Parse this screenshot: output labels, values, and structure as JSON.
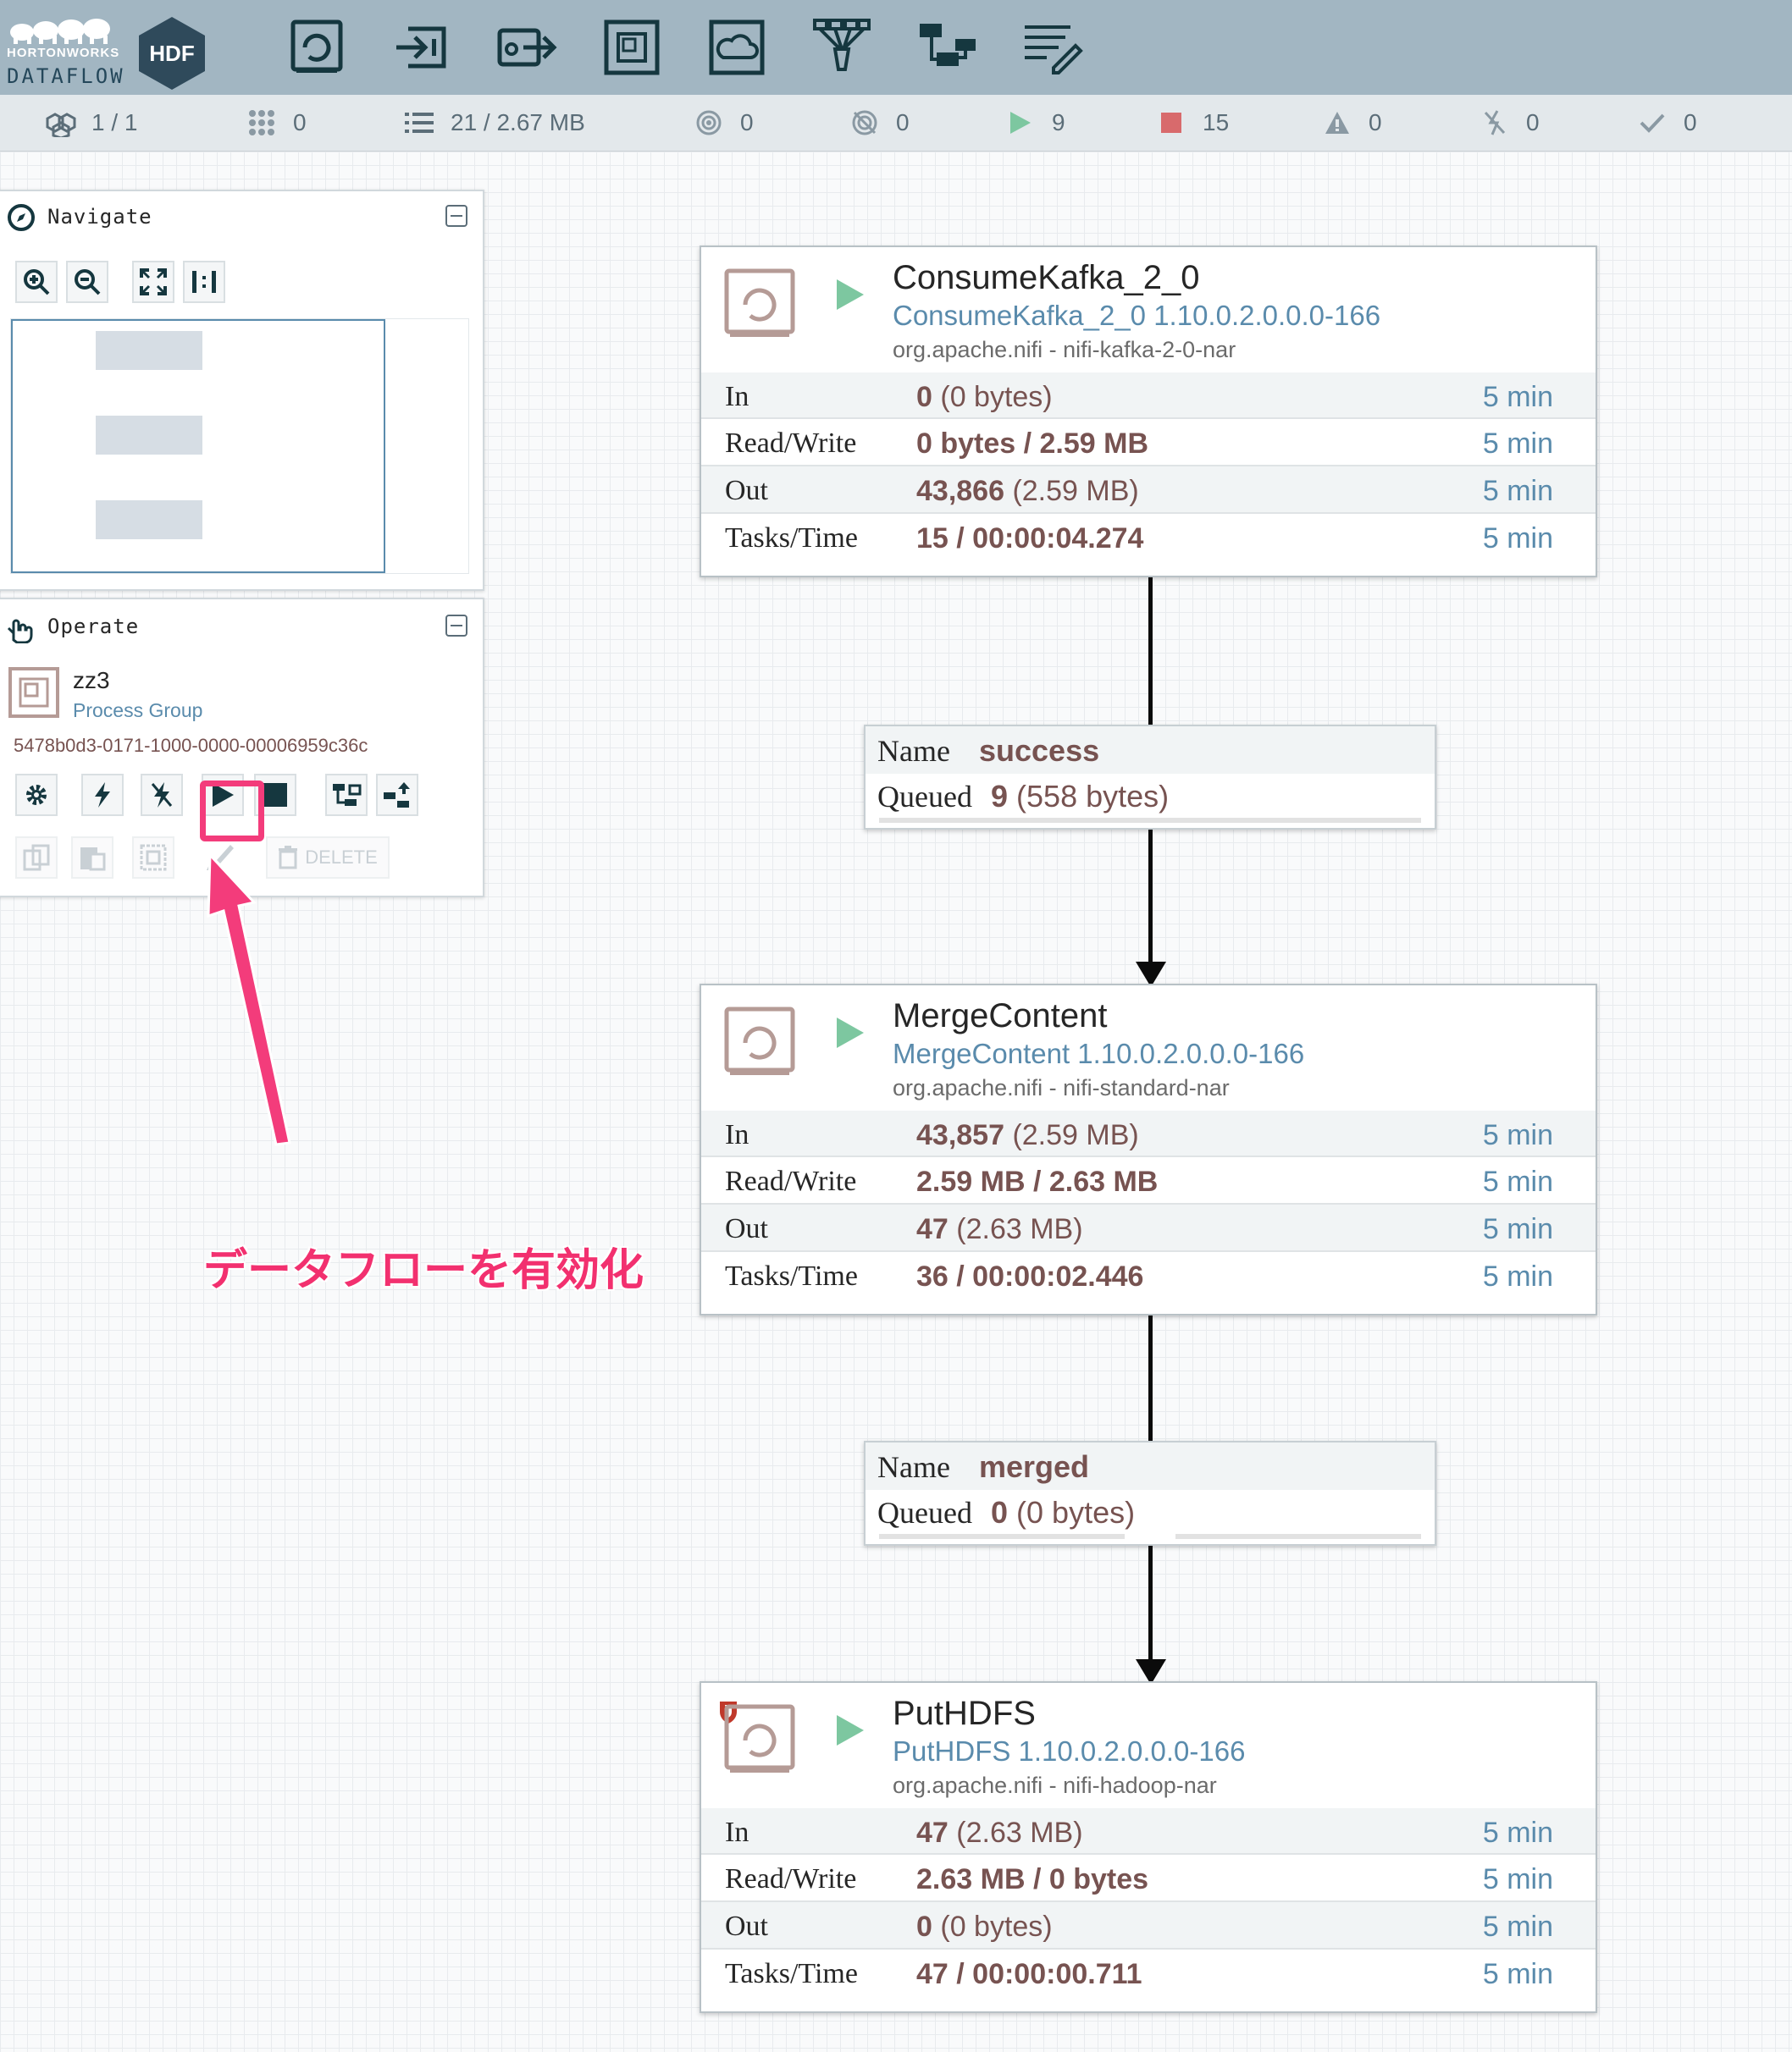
{
  "header": {
    "brand": "HORTONWORKS",
    "product": "DATAFLOW",
    "badge": "HDF",
    "tools": [
      "processor-icon",
      "input-port-icon",
      "output-port-icon",
      "process-group-icon",
      "remote-process-group-icon",
      "funnel-icon",
      "template-icon",
      "label-icon"
    ]
  },
  "status": {
    "cluster": "1 / 1",
    "threads": "0",
    "queued": "21 / 2.67 MB",
    "transmitting": "0",
    "not_transmitting": "0",
    "running": "9",
    "stopped": "15",
    "invalid": "0",
    "disabled": "0",
    "up_to_date": "0"
  },
  "navigate": {
    "title": "Navigate"
  },
  "operate": {
    "title": "Operate",
    "name": "zz3",
    "kind": "Process Group",
    "id": "5478b0d3-0171-1000-0000-00006959c36c",
    "delete_label": "DELETE"
  },
  "processors": [
    {
      "name": "ConsumeKafka_2_0",
      "type": "ConsumeKafka_2_0 1.10.0.2.0.0.0-166",
      "bundle": "org.apache.nifi - nifi-kafka-2-0-nar",
      "in_bold": "0",
      "in_rest": " (0 bytes)",
      "rw": "0 bytes / 2.59 MB",
      "out_bold": "43,866",
      "out_rest": " (2.59 MB)",
      "tasks": "15 / 00:00:04.274",
      "time": "5 min"
    },
    {
      "name": "MergeContent",
      "type": "MergeContent 1.10.0.2.0.0.0-166",
      "bundle": "org.apache.nifi - nifi-standard-nar",
      "in_bold": "43,857",
      "in_rest": " (2.59 MB)",
      "rw": "2.59 MB / 2.63 MB",
      "out_bold": "47",
      "out_rest": " (2.63 MB)",
      "tasks": "36 / 00:00:02.446",
      "time": "5 min"
    },
    {
      "name": "PutHDFS",
      "type": "PutHDFS 1.10.0.2.0.0.0-166",
      "bundle": "org.apache.nifi - nifi-hadoop-nar",
      "in_bold": "47",
      "in_rest": " (2.63 MB)",
      "rw": "2.63 MB / 0 bytes",
      "out_bold": "0",
      "out_rest": " (0 bytes)",
      "tasks": "47 / 00:00:00.711",
      "time": "5 min"
    }
  ],
  "row_labels": {
    "in": "In",
    "rw": "Read/Write",
    "out": "Out",
    "tasks": "Tasks/Time"
  },
  "connections": [
    {
      "name_label": "Name",
      "name": "success",
      "queued_label": "Queued",
      "queued_bold": "9",
      "queued_rest": " (558 bytes)"
    },
    {
      "name_label": "Name",
      "name": "merged",
      "queued_label": "Queued",
      "queued_bold": "0",
      "queued_rest": " (0 bytes)"
    }
  ],
  "annotation": {
    "text": "データフローを有効化",
    "color": "#f2306f"
  }
}
